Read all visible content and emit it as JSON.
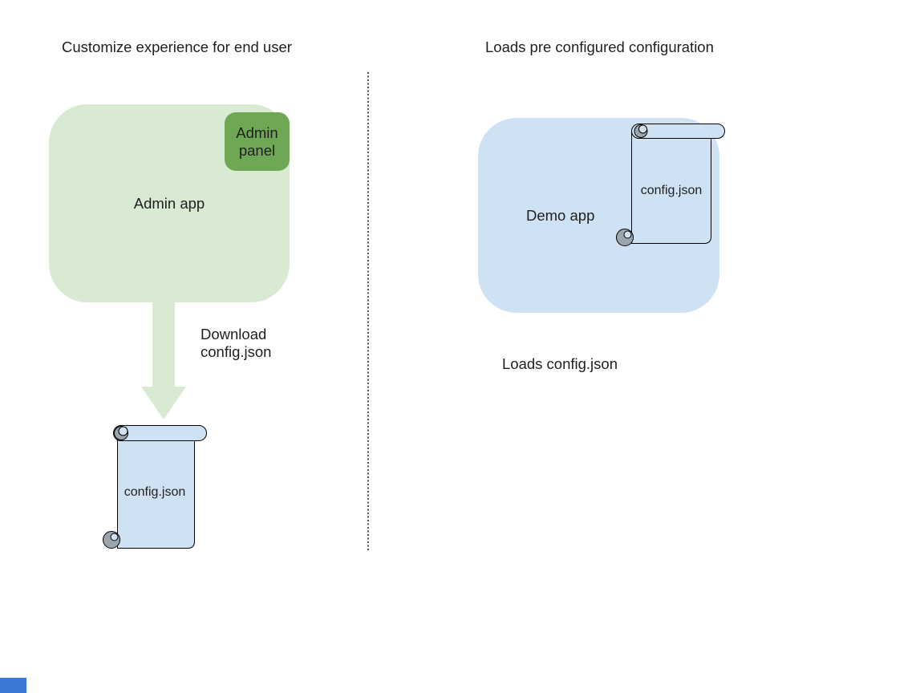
{
  "left_section": {
    "title": "Customize experience for end user",
    "admin_app": {
      "label": "Admin app",
      "panel_label": "Admin\npanel"
    },
    "arrow_label": "Download\nconfig.json",
    "config_file_label": "config.json"
  },
  "right_section": {
    "title": "Loads pre configured configuration",
    "demo_app": {
      "label": "Demo app"
    },
    "config_file_label": "config.json",
    "caption": "Loads config.json"
  },
  "icons": {
    "left_scroll": "scroll-document-icon",
    "right_scroll": "scroll-document-icon",
    "arrow": "down-arrow-icon"
  },
  "colors": {
    "green_light": "#d9ead3",
    "green_dark": "#6fa854",
    "blue_light": "#cfe2f3",
    "curl_gray": "#9ba5ad",
    "outline": "#000000",
    "text": "#1f1f1f",
    "divider": "#4d4d4d",
    "accent_blue": "#3c78d8",
    "background": "#ffffff"
  }
}
